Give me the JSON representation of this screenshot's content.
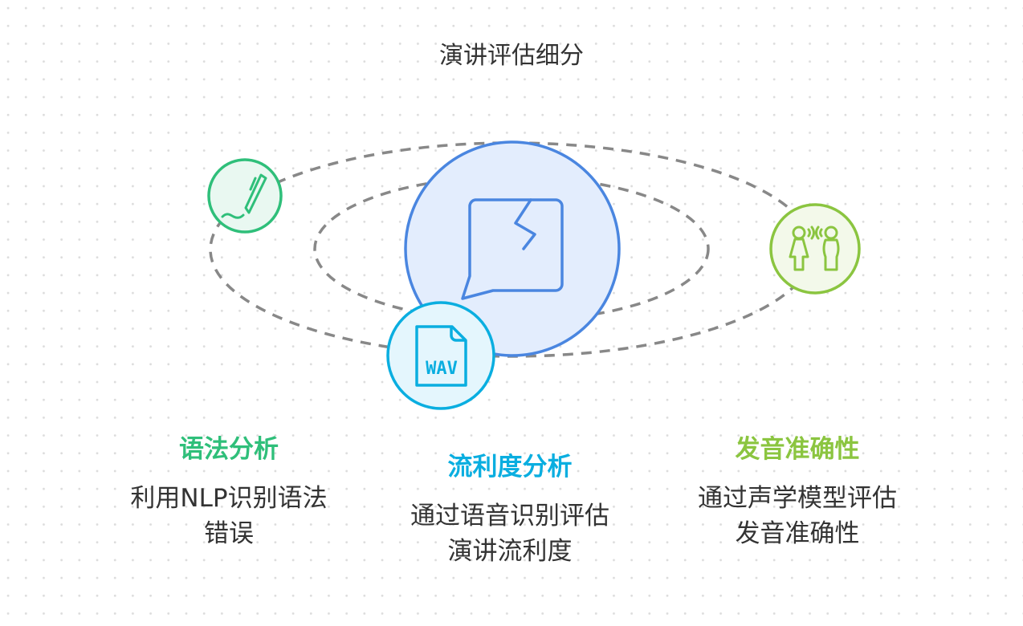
{
  "title": "演讲评估细分",
  "items": [
    {
      "heading": "语法分析",
      "desc1": "利用NLP识别语法",
      "desc2": "错误",
      "color": "#2fbf7a",
      "icon": "pen-signature-icon"
    },
    {
      "heading": "流利度分析",
      "desc1": "通过语音识别评估",
      "desc2": "演讲流利度",
      "color": "#0aaee0",
      "icon": "wav-file-icon"
    },
    {
      "heading": "发音准确性",
      "desc1": "通过声学模型评估",
      "desc2": "发音准确性",
      "color": "#8bc540",
      "icon": "people-talking-icon"
    }
  ],
  "center": {
    "icon": "speech-bubble-broken-icon",
    "color": "#4a86e0"
  }
}
